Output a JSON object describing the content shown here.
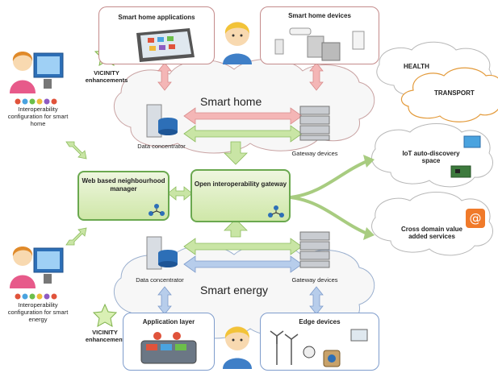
{
  "smart_home_apps": {
    "title": "Smart home applications"
  },
  "smart_home_devices": {
    "title": "Smart home devices"
  },
  "smart_home": {
    "label": "Smart home"
  },
  "smart_energy": {
    "label": "Smart energy"
  },
  "health": "HEALTH",
  "transport": "TRANSPORT",
  "iot_discovery": "IoT auto-discovery space",
  "cross_domain": "Cross domain value added services",
  "data_concentrator_top": "Data concentrator",
  "gateway_devices_top": "Gateway devices",
  "data_concentrator_bottom": "Data concentrator",
  "gateway_devices_bottom": "Gateway devices",
  "web_manager": "Web based neighbourhood manager",
  "open_gateway": "Open interoperability gateway",
  "vicinity_top": "VICINITY enhancements",
  "vicinity_bottom": "VICINITY enhancement",
  "interop_home": "Interoperability configuration for smart home",
  "interop_energy": "Interoperability configuration for smart energy",
  "application_layer": "Application layer",
  "edge_devices": "Edge devices",
  "colors": {
    "pink_arrow": "#f4b6b6",
    "green_arrow": "#c9e5a5",
    "blue_arrow": "#b7cdeb",
    "green_border": "#6aa84f"
  }
}
